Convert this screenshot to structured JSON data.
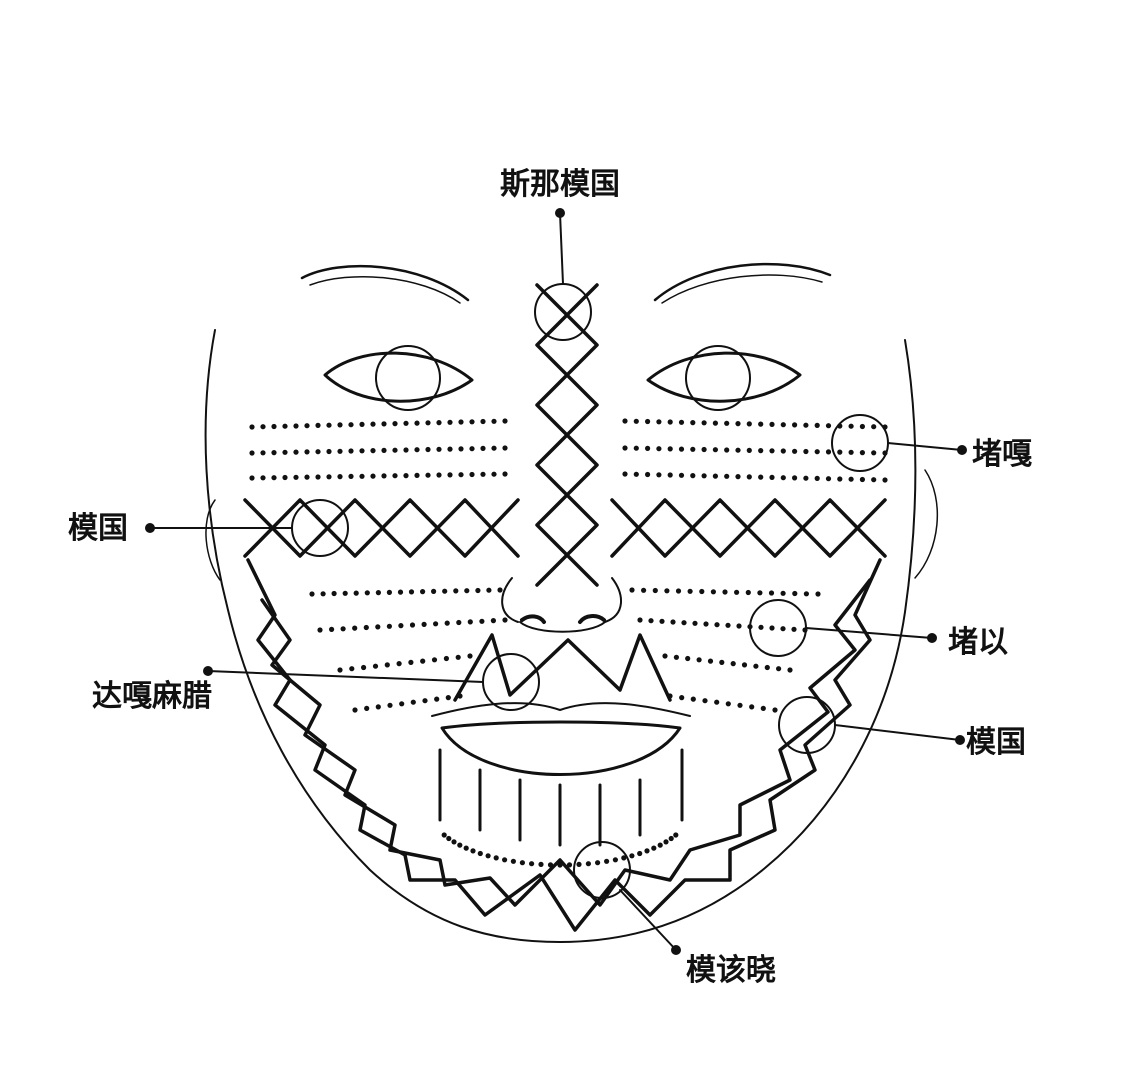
{
  "labels": {
    "top": "斯那模国",
    "right_upper": "堵嘎",
    "left_upper": "模国",
    "right_mid": "堵以",
    "left_lower": "达嘎麻腊",
    "right_lower": "模国",
    "bottom": "模该晓"
  },
  "colors": {
    "ink": "#111111",
    "background": "#ffffff"
  }
}
